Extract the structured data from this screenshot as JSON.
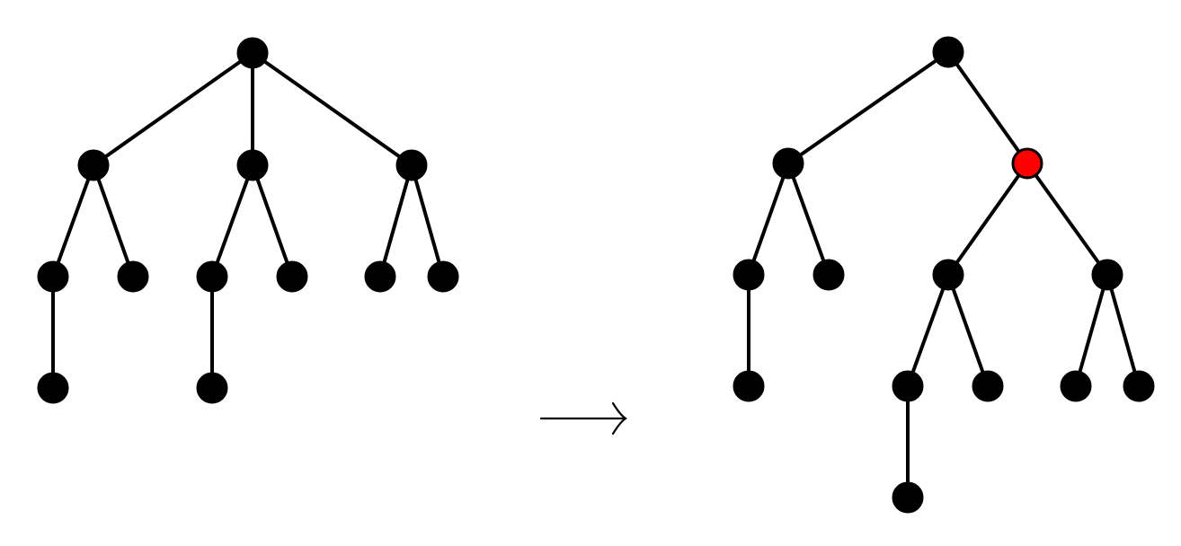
{
  "colors": {
    "edge": "#000000",
    "node": "#000000",
    "highlight": "#ff0000"
  },
  "trees": [
    {
      "id": "left",
      "nodes": [
        {
          "id": "root",
          "highlight": false
        },
        {
          "id": "a",
          "highlight": false
        },
        {
          "id": "b",
          "highlight": false
        },
        {
          "id": "c",
          "highlight": false
        },
        {
          "id": "a1",
          "highlight": false
        },
        {
          "id": "a2",
          "highlight": false
        },
        {
          "id": "b1",
          "highlight": false
        },
        {
          "id": "b2",
          "highlight": false
        },
        {
          "id": "c1",
          "highlight": false
        },
        {
          "id": "c2",
          "highlight": false
        },
        {
          "id": "a1x",
          "highlight": false
        },
        {
          "id": "b1x",
          "highlight": false
        }
      ],
      "edges": [
        [
          "root",
          "a"
        ],
        [
          "root",
          "b"
        ],
        [
          "root",
          "c"
        ],
        [
          "a",
          "a1"
        ],
        [
          "a",
          "a2"
        ],
        [
          "b",
          "b1"
        ],
        [
          "b",
          "b2"
        ],
        [
          "c",
          "c1"
        ],
        [
          "c",
          "c2"
        ],
        [
          "a1",
          "a1x"
        ],
        [
          "b1",
          "b1x"
        ]
      ]
    },
    {
      "id": "right",
      "nodes": [
        {
          "id": "root",
          "highlight": false
        },
        {
          "id": "a",
          "highlight": false
        },
        {
          "id": "m",
          "highlight": true
        },
        {
          "id": "a1",
          "highlight": false
        },
        {
          "id": "a2",
          "highlight": false
        },
        {
          "id": "b",
          "highlight": false
        },
        {
          "id": "c",
          "highlight": false
        },
        {
          "id": "a1x",
          "highlight": false
        },
        {
          "id": "b1",
          "highlight": false
        },
        {
          "id": "b2",
          "highlight": false
        },
        {
          "id": "c1",
          "highlight": false
        },
        {
          "id": "c2",
          "highlight": false
        },
        {
          "id": "b1x",
          "highlight": false
        }
      ],
      "edges": [
        [
          "root",
          "a"
        ],
        [
          "root",
          "m"
        ],
        [
          "a",
          "a1"
        ],
        [
          "a",
          "a2"
        ],
        [
          "m",
          "b"
        ],
        [
          "m",
          "c"
        ],
        [
          "a1",
          "a1x"
        ],
        [
          "b",
          "b1"
        ],
        [
          "b",
          "b2"
        ],
        [
          "c",
          "c1"
        ],
        [
          "c",
          "c2"
        ],
        [
          "b1",
          "b1x"
        ]
      ]
    }
  ],
  "arrow": {
    "glyph": "right-arrow"
  }
}
